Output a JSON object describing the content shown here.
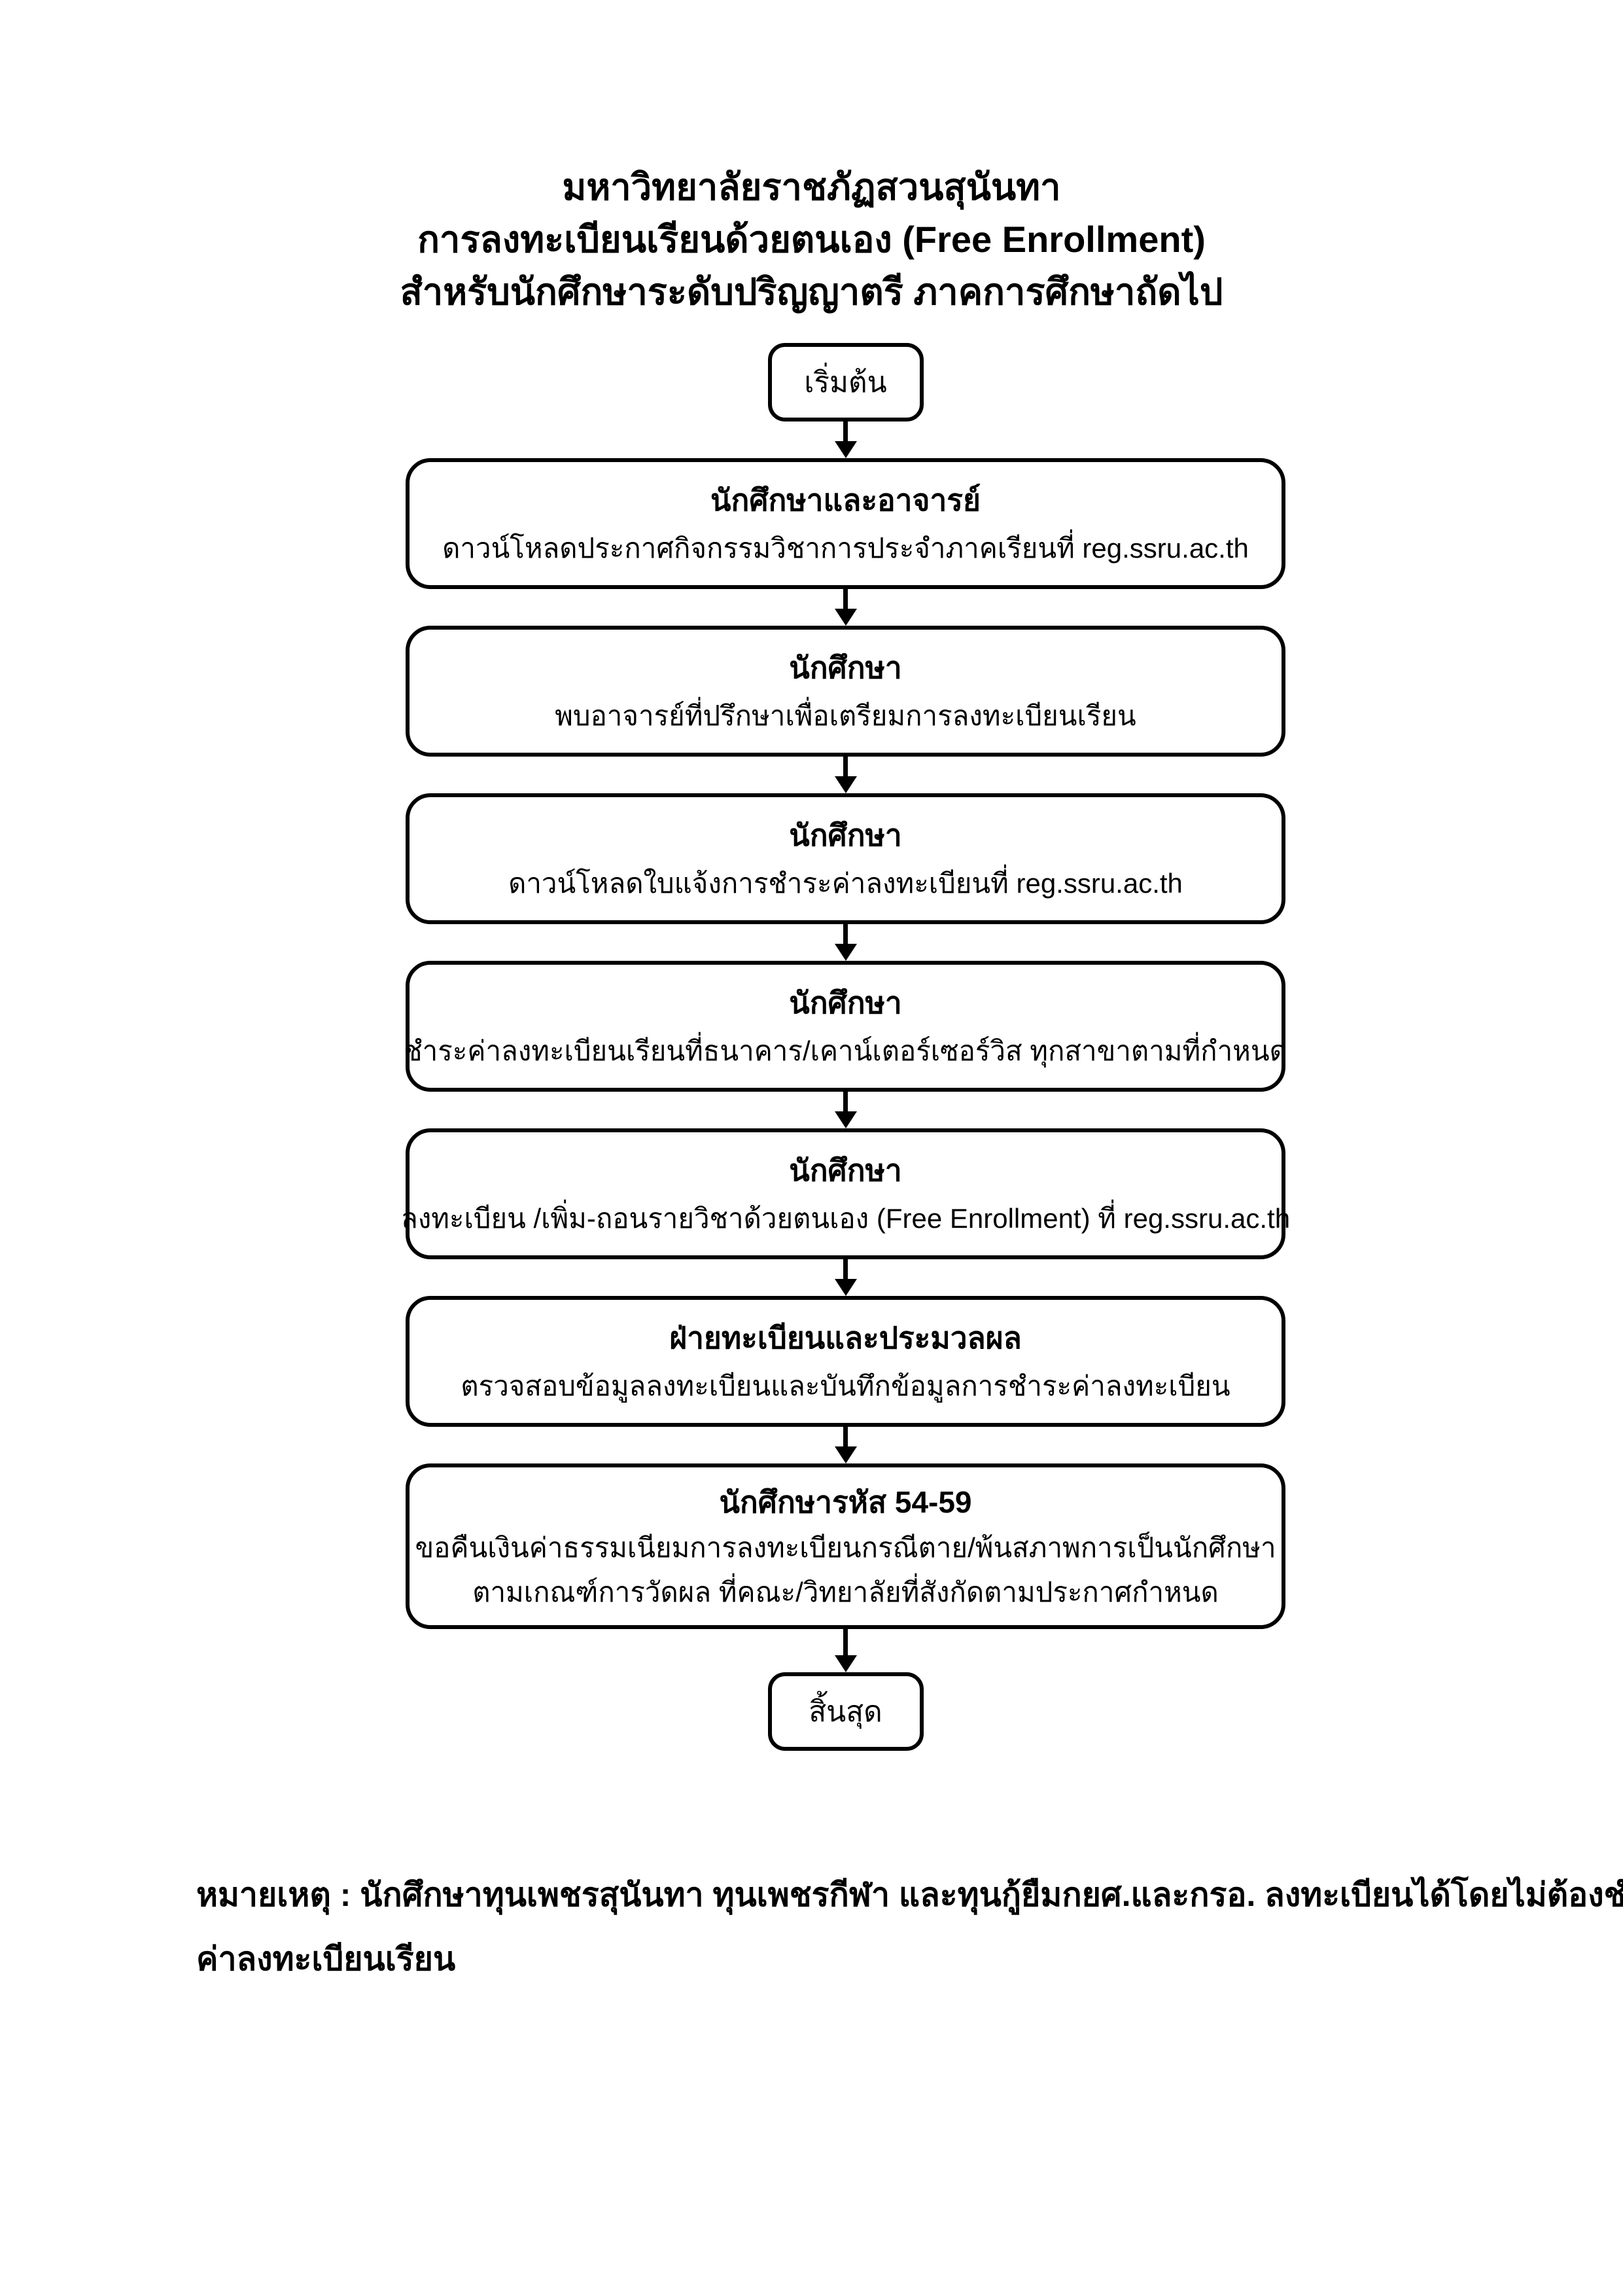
{
  "title": {
    "line1": "มหาวิทยาลัยราชภัฏสวนสุนันทา",
    "line2": "การลงทะเบียนเรียนด้วยตนเอง (Free Enrollment)",
    "line3": "สำหรับนักศึกษาระดับปริญญาตรี ภาคการศึกษาถัดไป"
  },
  "flow": {
    "start_label": "เริ่มต้น",
    "end_label": "สิ้นสุด",
    "steps": [
      {
        "actor": "นักศึกษาและอาจารย์",
        "lines": [
          "ดาวน์โหลดประกาศกิจกรรมวิชาการประจำภาคเรียนที่ reg.ssru.ac.th"
        ]
      },
      {
        "actor": "นักศึกษา",
        "lines": [
          "พบอาจารย์ที่ปรึกษาเพื่อเตรียมการลงทะเบียนเรียน"
        ]
      },
      {
        "actor": "นักศึกษา",
        "lines": [
          "ดาวน์โหลดใบแจ้งการชำระค่าลงทะเบียนที่ reg.ssru.ac.th"
        ]
      },
      {
        "actor": "นักศึกษา",
        "lines": [
          "ชำระค่าลงทะเบียนเรียนที่ธนาคาร/เคาน์เตอร์เซอร์วิส ทุกสาขาตามที่กำหนด"
        ]
      },
      {
        "actor": "นักศึกษา",
        "lines": [
          "ลงทะเบียน /เพิ่ม-ถอนรายวิชาด้วยตนเอง (Free Enrollment) ที่ reg.ssru.ac.th"
        ]
      },
      {
        "actor": "ฝ่ายทะเบียนและประมวลผล",
        "lines": [
          "ตรวจสอบข้อมูลลงทะเบียนและบันทึกข้อมูลการชำระค่าลงทะเบียน"
        ]
      },
      {
        "actor": "นักศึกษารหัส 54-59",
        "lines": [
          "ขอคืนเงินค่าธรรมเนียมการลงทะเบียนกรณีตาย/พ้นสภาพการเป็นนักศึกษา",
          "ตามเกณฑ์การวัดผล ที่คณะ/วิทยาลัยที่สังกัดตามประกาศกำหนด"
        ]
      }
    ]
  },
  "note": {
    "lines": [
      "หมายเหตุ : นักศึกษาทุนเพชรสุนันทา ทุนเพชรกีฬา และทุนกู้ยืมกยศ.และกรอ. ลงทะเบียนได้โดยไม่ต้องชำระ",
      "ค่าลงทะเบียนเรียน"
    ]
  }
}
